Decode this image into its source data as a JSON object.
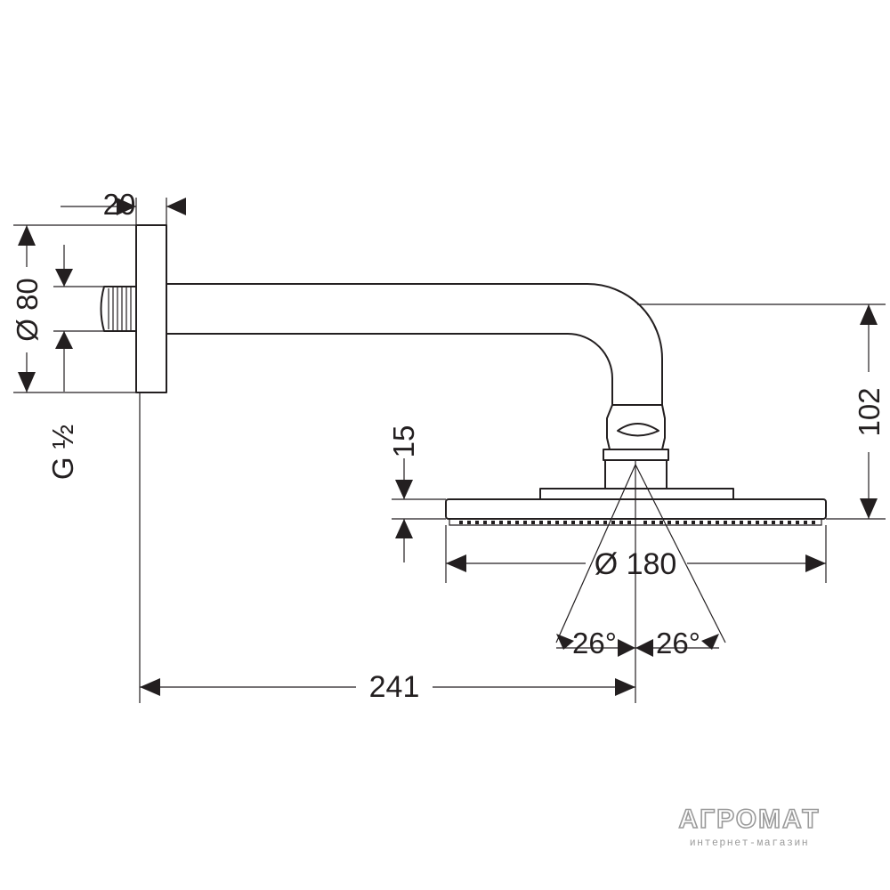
{
  "dimensions": {
    "flange_thickness": "20",
    "flange_diameter": "Ø 80",
    "thread": "G ½",
    "head_thickness": "15",
    "arm_drop": "102",
    "head_diameter": "Ø 180",
    "angle_left": "26°",
    "angle_right": "26°",
    "projection": "241"
  },
  "watermark": {
    "brand": "АГРОМАТ",
    "tagline": "интернет-магазин"
  }
}
